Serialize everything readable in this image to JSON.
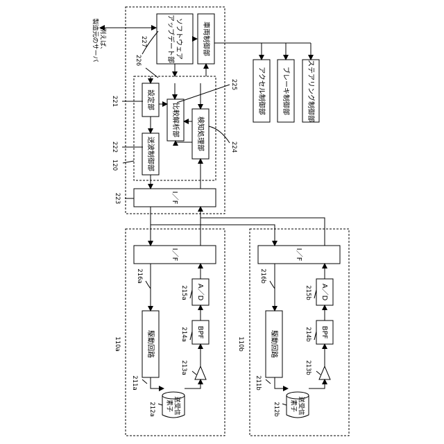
{
  "server_label": [
    "例えば、",
    "製造元のサーバ"
  ],
  "blocks": {
    "software_update": [
      "ソフトウェア",
      "アップデート部"
    ],
    "vehicle_control": "車両制御部",
    "accel_control": "アクセル制御部",
    "brake_control": "ブレーキ制御部",
    "steering_control": "ステアリング制御部",
    "setting": "設定部",
    "comparison": "比較解析部",
    "detection": "検知処理部",
    "tx_control": "送波制御部",
    "if_main": "I／F",
    "if_a": "I／F",
    "if_b": "I／F",
    "drive_a": "駆動回路",
    "drive_b": "駆動回路",
    "adc_a": "A／D",
    "adc_b": "A／D",
    "bpf_a": "BPF",
    "bpf_b": "BPF",
    "transducer_a": [
      "送受信",
      "素子"
    ],
    "transducer_b": [
      "送受信",
      "素子"
    ]
  },
  "refs": {
    "r227": "227",
    "r226": "226",
    "r225": "225",
    "r221": "221",
    "r222": "222",
    "r224": "224",
    "r120": "120",
    "r223": "223",
    "r110a": "110a",
    "r110b": "110b",
    "r216a": "216a",
    "r216b": "216b",
    "r215a": "215a",
    "r215b": "215b",
    "r214a": "214a",
    "r214b": "214b",
    "r213a": "213a",
    "r213b": "213b",
    "r211a": "211a",
    "r211b": "211b",
    "r212a": "212a",
    "r212b": "212b"
  }
}
